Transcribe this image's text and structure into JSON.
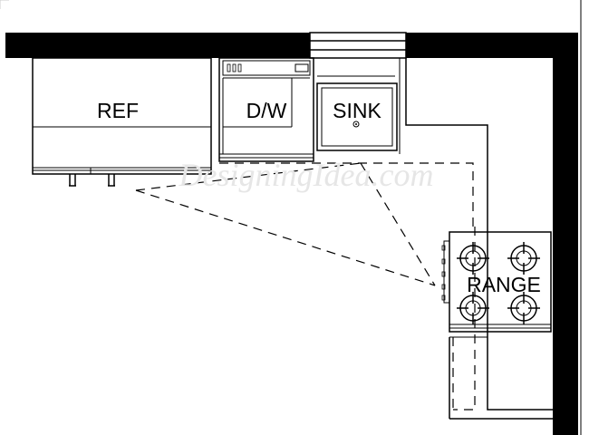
{
  "plan": {
    "watermark": "DesigningIdea.com",
    "appliances": {
      "refrigerator": "REF",
      "dishwasher": "D/W",
      "sink": "SINK",
      "range": "RANGE"
    }
  }
}
